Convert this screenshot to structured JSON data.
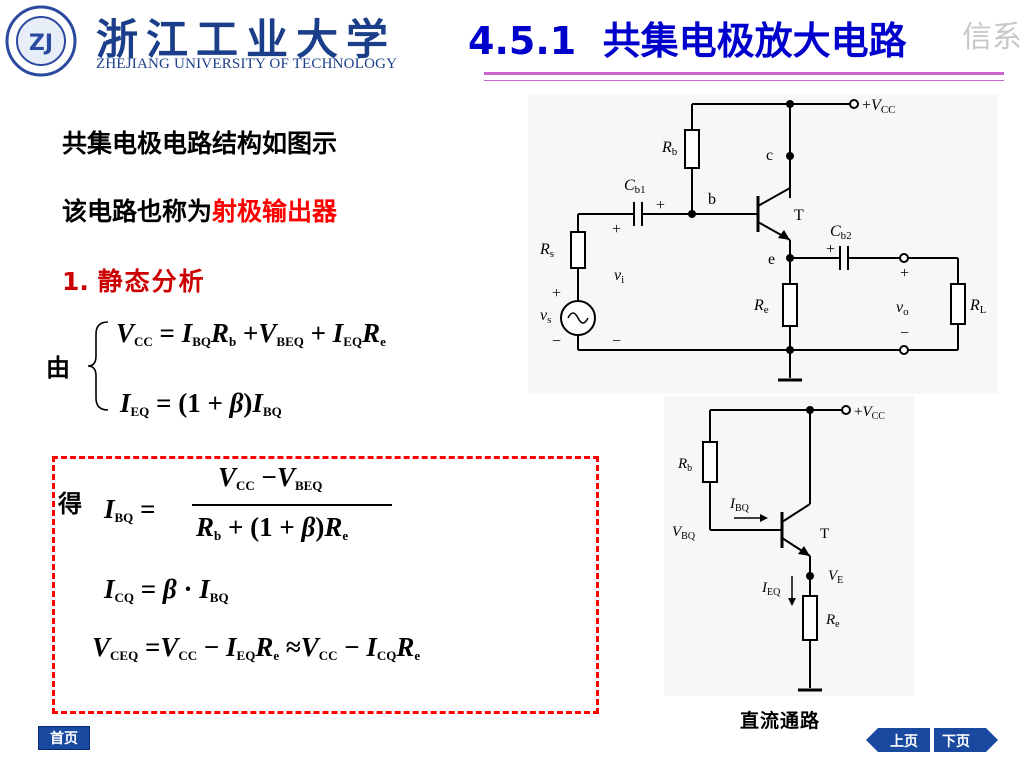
{
  "header": {
    "logo_text": "浙江工业大学",
    "logo_subtitle": "ZHEJIANG UNIVERSITY OF TECHNOLOGY",
    "title": "4.5.1  共集电极放大电路",
    "watermark": "信系"
  },
  "body": {
    "line1": "共集电极电路结构如图示",
    "line2_prefix": "该电路也称为",
    "line2_highlight": "射极输出器",
    "section_number": "1.",
    "section_title": "静态分析",
    "you": "由",
    "de": "得"
  },
  "diagram_caption": "直流通路",
  "nav": {
    "home_label": "首页",
    "prev_label": "上页",
    "next_label": "下页"
  },
  "colors": {
    "title": "#0000cc",
    "highlight": "#ff0000",
    "section": "#cc0000",
    "divider": "#cc66cc",
    "dashed_box": "#ff0000",
    "nav_bg": "#1a4aa0"
  }
}
